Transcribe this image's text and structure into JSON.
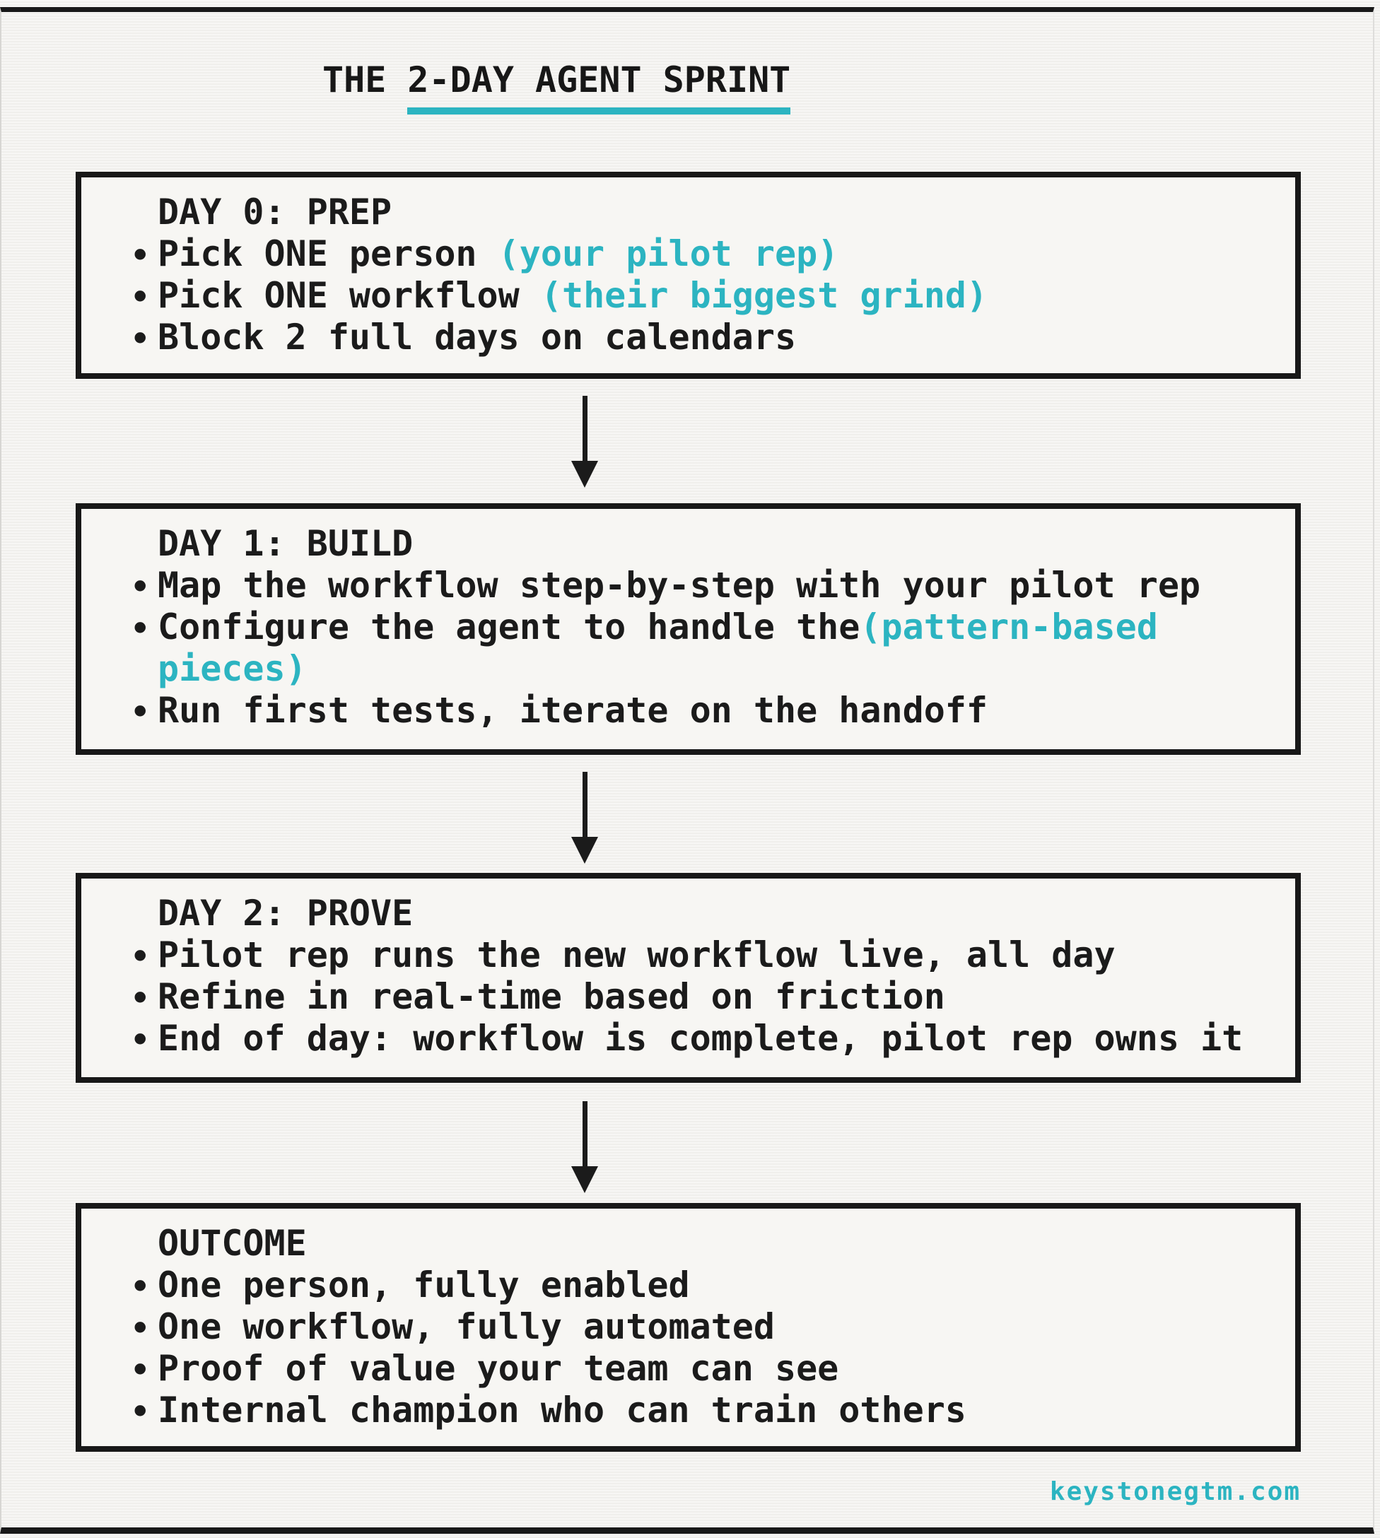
{
  "page": {
    "background": "#f3f2ef",
    "frame_color": "#181818"
  },
  "colors": {
    "ink": "#1b1b1b",
    "teal": "#2cb4c1",
    "box_border": "#181818"
  },
  "title": {
    "prefix": "THE ",
    "underlined": "2-DAY AGENT SPRINT"
  },
  "bullet_glyph": "•",
  "boxes": [
    {
      "name": "day-0-prep",
      "header": "DAY 0: PREP",
      "lines": [
        {
          "bullet": false,
          "segments": [
            {
              "text": "DAY 0: PREP",
              "color": "ink"
            }
          ]
        },
        {
          "bullet": true,
          "segments": [
            {
              "text": "Pick ONE person ",
              "color": "ink"
            },
            {
              "text": "(your pilot rep)",
              "color": "teal"
            }
          ]
        },
        {
          "bullet": true,
          "segments": [
            {
              "text": "Pick ONE workflow ",
              "color": "ink"
            },
            {
              "text": "(their biggest grind)",
              "color": "teal"
            }
          ]
        },
        {
          "bullet": true,
          "segments": [
            {
              "text": "Block 2 full days on calendars",
              "color": "ink"
            }
          ]
        }
      ]
    },
    {
      "name": "day-1-build",
      "header": "DAY 1: BUILD",
      "lines": [
        {
          "bullet": false,
          "segments": [
            {
              "text": "DAY 1: BUILD",
              "color": "ink"
            }
          ]
        },
        {
          "bullet": true,
          "segments": [
            {
              "text": "Map the workflow step-by-step with your pilot rep",
              "color": "ink"
            }
          ]
        },
        {
          "bullet": true,
          "segments": [
            {
              "text": "Configure the agent to handle the",
              "color": "ink"
            },
            {
              "text": "(pattern-based",
              "color": "teal"
            }
          ]
        },
        {
          "bullet": false,
          "segments": [
            {
              "text": "pieces)",
              "color": "teal"
            }
          ]
        },
        {
          "bullet": true,
          "segments": [
            {
              "text": "Run first tests, iterate on the handoff",
              "color": "ink"
            }
          ]
        }
      ]
    },
    {
      "name": "day-2-prove",
      "header": "DAY 2: PROVE",
      "lines": [
        {
          "bullet": false,
          "segments": [
            {
              "text": "DAY 2: PROVE",
              "color": "ink"
            }
          ]
        },
        {
          "bullet": true,
          "segments": [
            {
              "text": "Pilot rep runs the new workflow live, all day",
              "color": "ink"
            }
          ]
        },
        {
          "bullet": true,
          "segments": [
            {
              "text": "Refine in real-time based on friction",
              "color": "ink"
            }
          ]
        },
        {
          "bullet": true,
          "segments": [
            {
              "text": "End of day: workflow is complete, pilot rep owns it",
              "color": "ink"
            }
          ]
        }
      ]
    },
    {
      "name": "outcome",
      "header": "OUTCOME",
      "lines": [
        {
          "bullet": false,
          "segments": [
            {
              "text": "OUTCOME",
              "color": "ink"
            }
          ]
        },
        {
          "bullet": true,
          "segments": [
            {
              "text": "One person, fully enabled",
              "color": "ink"
            }
          ]
        },
        {
          "bullet": true,
          "segments": [
            {
              "text": "One workflow, fully automated",
              "color": "ink"
            }
          ]
        },
        {
          "bullet": true,
          "segments": [
            {
              "text": "Proof of value your team can see",
              "color": "ink"
            }
          ]
        },
        {
          "bullet": true,
          "segments": [
            {
              "text": "Internal champion who can train others",
              "color": "ink"
            }
          ]
        }
      ]
    }
  ],
  "watermark": {
    "text": "keystonegtm.com"
  }
}
